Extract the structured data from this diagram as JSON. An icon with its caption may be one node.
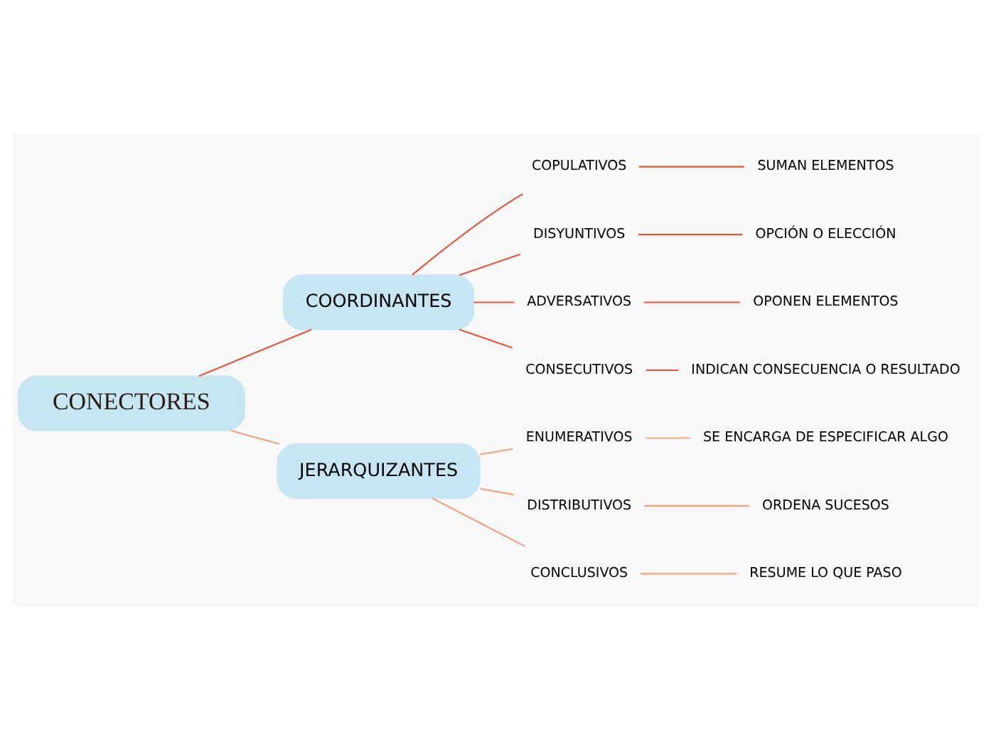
{
  "diagram": {
    "nodes": [
      {
        "text": [
          "CONECTORES"
        ]
      },
      {
        "text": [
          "COORDINANTES"
        ]
      },
      {
        "text": [
          "COPULATIVOS"
        ]
      },
      {
        "text": [
          "SUMAN ELEMENTOS"
        ]
      },
      {
        "text": [
          "DISYUNTIVOS"
        ]
      },
      {
        "text": [
          "OPCIÓN O ELECCIÓN"
        ]
      },
      {
        "text": [
          "ADVERSATIVOS"
        ]
      },
      {
        "text": [
          "OPONEN ELEMENTOS"
        ]
      },
      {
        "text": [
          "CONSECUTIVOS"
        ]
      },
      {
        "text": [
          "INDICAN CONSECUENCIA O RESULTADO"
        ]
      },
      {
        "text": [
          "JERARQUIZANTES"
        ]
      },
      {
        "text": [
          "ENUMERATIVOS"
        ]
      },
      {
        "text": [
          "SE ENCARGA DE ESPECIFICAR ALGO"
        ]
      },
      {
        "text": [
          "DISTRIBUTIVOS"
        ]
      },
      {
        "text": [
          "ORDENA SUCESOS"
        ]
      },
      {
        "text": [
          "CONCLUSIVOS"
        ]
      },
      {
        "text": [
          "RESUME LO QUE PASO"
        ]
      }
    ],
    "edges": [
      {
        "from": 0,
        "to": 1,
        "arrow": "none"
      },
      {
        "from": 1,
        "to": 2,
        "arrow": "none"
      },
      {
        "from": 2,
        "to": 3,
        "arrow": "none"
      },
      {
        "from": 1,
        "to": 4,
        "arrow": "none"
      },
      {
        "from": 4,
        "to": 5,
        "arrow": "none"
      },
      {
        "from": 1,
        "to": 6,
        "arrow": "none"
      },
      {
        "from": 6,
        "to": 7,
        "arrow": "none"
      },
      {
        "from": 1,
        "to": 8,
        "arrow": "none"
      },
      {
        "from": 8,
        "to": 9,
        "arrow": "none"
      },
      {
        "from": 0,
        "to": 10,
        "arrow": "none",
        "color": "#f4a07e"
      },
      {
        "from": 10,
        "to": 11,
        "arrow": "none",
        "color": "#f4a07e"
      },
      {
        "from": 11,
        "to": 12,
        "arrow": "none",
        "color": "#f4a07e"
      },
      {
        "from": 10,
        "to": 13,
        "arrow": "none",
        "color": "#f4a07e"
      },
      {
        "from": 13,
        "to": 14,
        "arrow": "none",
        "color": "#f4a07e"
      },
      {
        "from": 10,
        "to": 15,
        "arrow": "none",
        "color": "#f4a07e"
      },
      {
        "from": 15,
        "to": 16,
        "arrow": "none",
        "color": "#f4a07e"
      }
    ]
  }
}
